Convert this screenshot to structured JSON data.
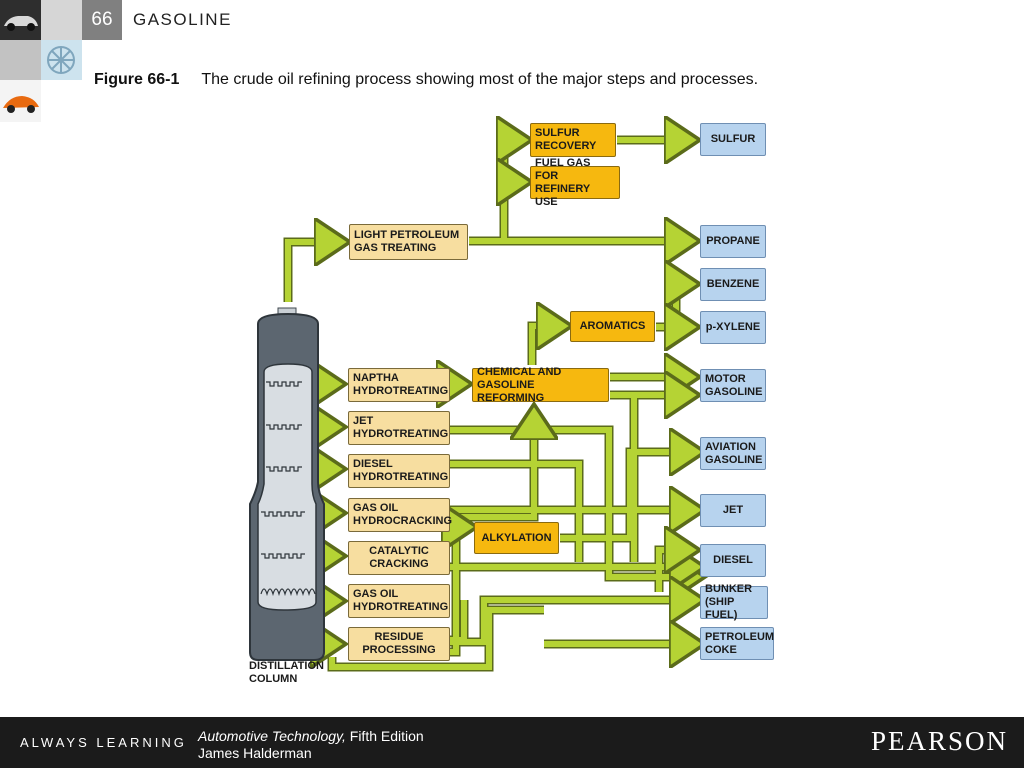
{
  "header": {
    "chapter_number": "66",
    "chapter_title": "GASOLINE"
  },
  "caption": {
    "label": "Figure 66-1",
    "text": "The crude oil refining process showing most of the major steps and processes."
  },
  "diagram": {
    "column_label": "DISTILLATION\nCOLUMN",
    "process_boxes": {
      "light_petroleum_gas_treating": "LIGHT PETROLEUM\nGAS TREATING",
      "naptha_hydrotreating": "NAPTHA\nHYDROTREATING",
      "jet_hydrotreating": "JET\nHYDROTREATING",
      "diesel_hydrotreating": "DIESEL\nHYDROTREATING",
      "gas_oil_hydrocracking": "GAS  OIL\nHYDROCRACKING",
      "catalytic_cracking": "CATALYTIC\nCRACKING",
      "gas_oil_hydrotreating": "GAS  OIL\nHYDROTREATING",
      "residue_processing": "RESIDUE\nPROCESSING"
    },
    "intermediate_boxes": {
      "sulfur_recovery": "SULFUR\nRECOVERY",
      "fuel_gas": "FUEL GAS FOR\nREFINERY USE",
      "aromatics": "AROMATICS",
      "chemical_gasoline_reforming": "CHEMICAL AND\nGASOLINE REFORMING",
      "alkylation": "ALKYLATION"
    },
    "product_boxes": {
      "sulfur": "SULFUR",
      "propane": "PROPANE",
      "benzene": "BENZENE",
      "p_xylene": "p-XYLENE",
      "motor_gasoline": "MOTOR\nGASOLINE",
      "aviation_gasoline": "AVIATION\nGASOLINE",
      "jet": "JET",
      "diesel": "DIESEL",
      "bunker": "BUNKER\n(SHIP FUEL)",
      "petroleum_coke": "PETROLEUM\nCOKE"
    },
    "colors": {
      "arrow_fill": "#b5d334",
      "arrow_stroke": "#5b6b1a",
      "process_box": "#f7dea0",
      "intermediate_box": "#f6b80f",
      "product_box": "#b7d3ee",
      "column_body": "#5c6670"
    }
  },
  "footer": {
    "tagline": "ALWAYS LEARNING",
    "book_title": "Automotive Technology,",
    "book_edition": " Fifth Edition",
    "author": "James Halderman",
    "publisher": "PEARSON"
  }
}
